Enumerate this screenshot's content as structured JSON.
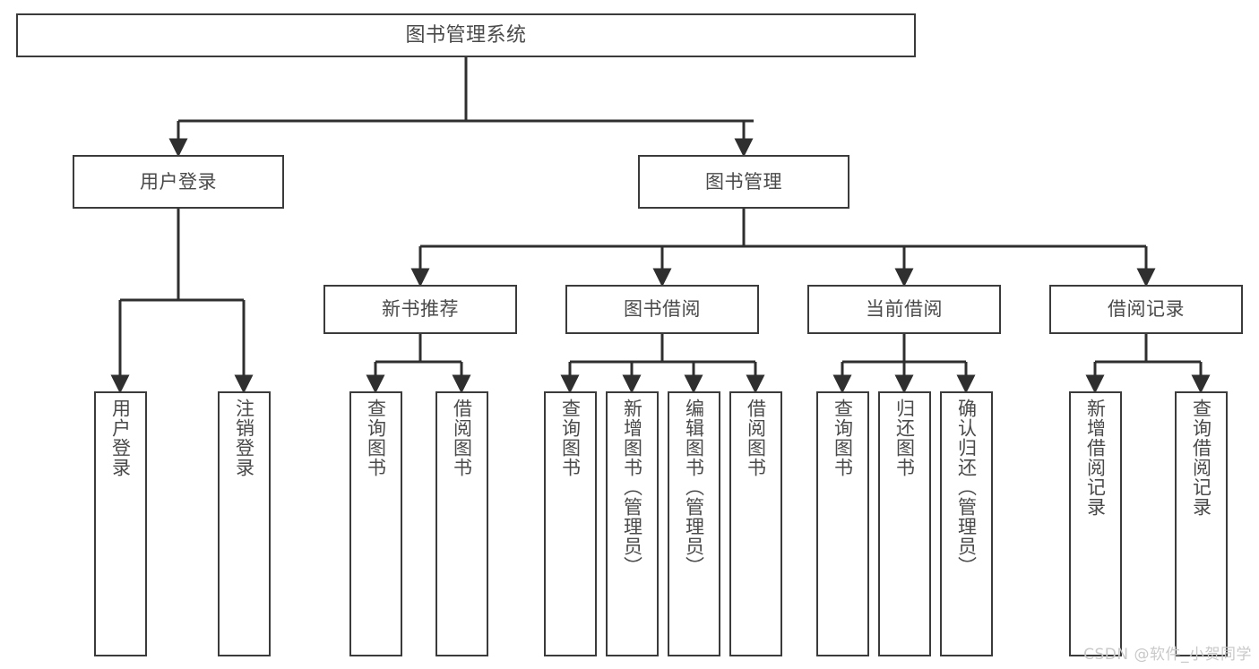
{
  "diagram": {
    "title": "图书管理系统",
    "type": "function-structure-tree",
    "root": {
      "id": "root",
      "label": "图书管理系统"
    },
    "level1": [
      {
        "id": "user-login",
        "label": "用户登录"
      },
      {
        "id": "book-manage",
        "label": "图书管理"
      }
    ],
    "level2": [
      {
        "id": "new-book-recommend",
        "label": "新书推荐"
      },
      {
        "id": "book-borrow",
        "label": "图书借阅"
      },
      {
        "id": "current-borrow",
        "label": "当前借阅"
      },
      {
        "id": "borrow-record",
        "label": "借阅记录"
      }
    ],
    "leaves": {
      "user_login": [
        {
          "id": "leaf-user-login",
          "label": "用户登录"
        },
        {
          "id": "leaf-logout-login",
          "label": "注销登录"
        }
      ],
      "new_book_recommend": [
        {
          "id": "leaf-query-book-1",
          "label": "查询图书"
        },
        {
          "id": "leaf-borrow-book-1",
          "label": "借阅图书"
        }
      ],
      "book_borrow": [
        {
          "id": "leaf-query-book-2",
          "label": "查询图书"
        },
        {
          "id": "leaf-add-book",
          "label": "新增图书（管理员）"
        },
        {
          "id": "leaf-edit-book",
          "label": "编辑图书（管理员）"
        },
        {
          "id": "leaf-borrow-book-2",
          "label": "借阅图书"
        }
      ],
      "current_borrow": [
        {
          "id": "leaf-query-book-3",
          "label": "查询图书"
        },
        {
          "id": "leaf-return-book",
          "label": "归还图书"
        },
        {
          "id": "leaf-confirm-return",
          "label": "确认归还（管理员）"
        }
      ],
      "borrow_record": [
        {
          "id": "leaf-add-record",
          "label": "新增借阅记录"
        },
        {
          "id": "leaf-query-record",
          "label": "查询借阅记录"
        }
      ]
    }
  },
  "watermark": {
    "text": "CSDN @软件_小贺同学"
  },
  "colors": {
    "box_border": "#3b3b3b",
    "box_fill": "#ffffff",
    "text": "#4a4a4a",
    "edge": "#2f2f2f",
    "watermark": "#c9c9c9",
    "background": "#ffffff"
  }
}
